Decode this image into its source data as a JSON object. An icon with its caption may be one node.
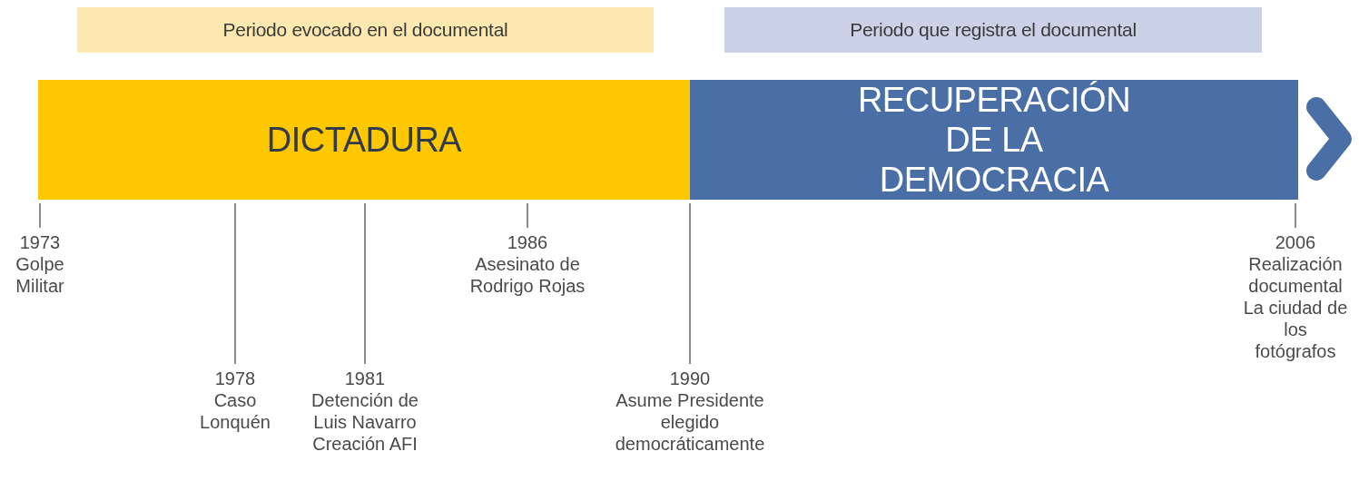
{
  "diagram": {
    "nodes": [
      {
        "text": [
          "Periodo evocado en el documental"
        ]
      },
      {
        "text": [
          "Periodo que registra el documental"
        ]
      },
      {
        "text": [
          "DICTADURA"
        ]
      },
      {
        "text": [
          "RECUPERACIÓN DE LA DEMOCRACIA"
        ]
      },
      {
        "text": [
          "1973",
          "Golpe Militar"
        ]
      },
      {
        "text": [
          "1978",
          "Caso Lonquén"
        ]
      },
      {
        "text": [
          "1981",
          "Detención de Luis Navarro Creación AFI"
        ]
      },
      {
        "text": [
          "1986",
          "Asesinato de Rodrigo Rojas"
        ]
      },
      {
        "text": [
          "1990",
          "Asume Presidente elegido democráticamente"
        ]
      },
      {
        "text": [
          "2006",
          "Realización documental La ciudad de los fotógrafos"
        ]
      }
    ],
    "edges": [
      {
        "from": 4,
        "to": 2,
        "arrow": "none"
      },
      {
        "from": 5,
        "to": 2,
        "arrow": "none"
      },
      {
        "from": 6,
        "to": 2,
        "arrow": "none"
      },
      {
        "from": 7,
        "to": 2,
        "arrow": "none"
      },
      {
        "from": 8,
        "to": 2,
        "arrow": "none"
      },
      {
        "from": 9,
        "to": 3,
        "arrow": "none"
      }
    ]
  }
}
